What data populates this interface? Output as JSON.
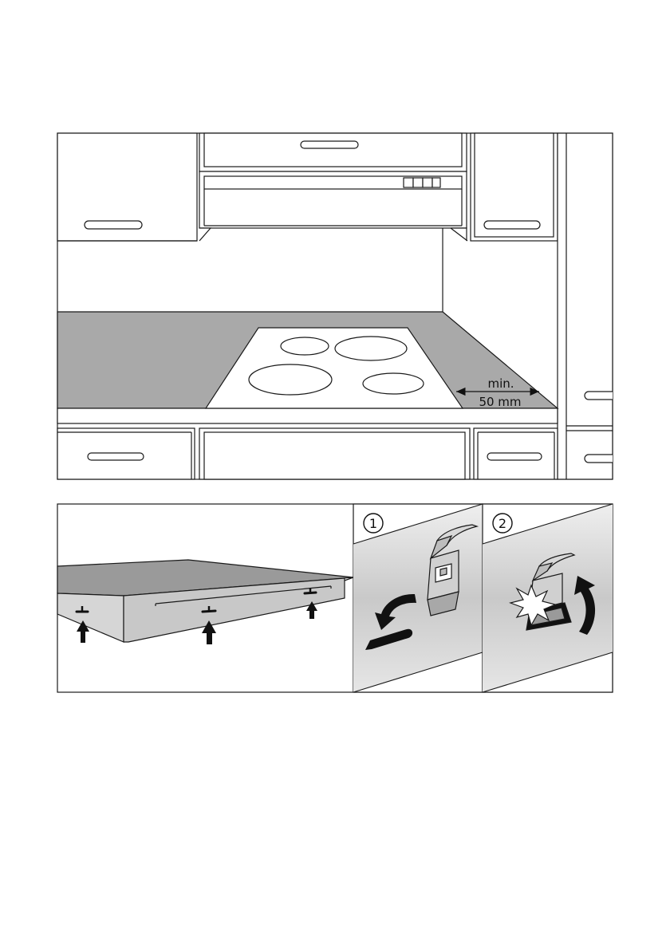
{
  "kitchen_figure": {
    "clearance_label_line1": "min.",
    "clearance_label_line2": "50 mm"
  },
  "install_figure": {
    "step1_number": "1",
    "step2_number": "2"
  },
  "colors": {
    "line": "#1a1a1a",
    "countertop": "#a9a9a9",
    "hob_top": "#9a9a9a",
    "hob_side": "#c4c4c4",
    "panel_gradient_light": "#f2f2f2",
    "panel_gradient_dark": "#cfcfcf",
    "arrow": "#111111"
  }
}
